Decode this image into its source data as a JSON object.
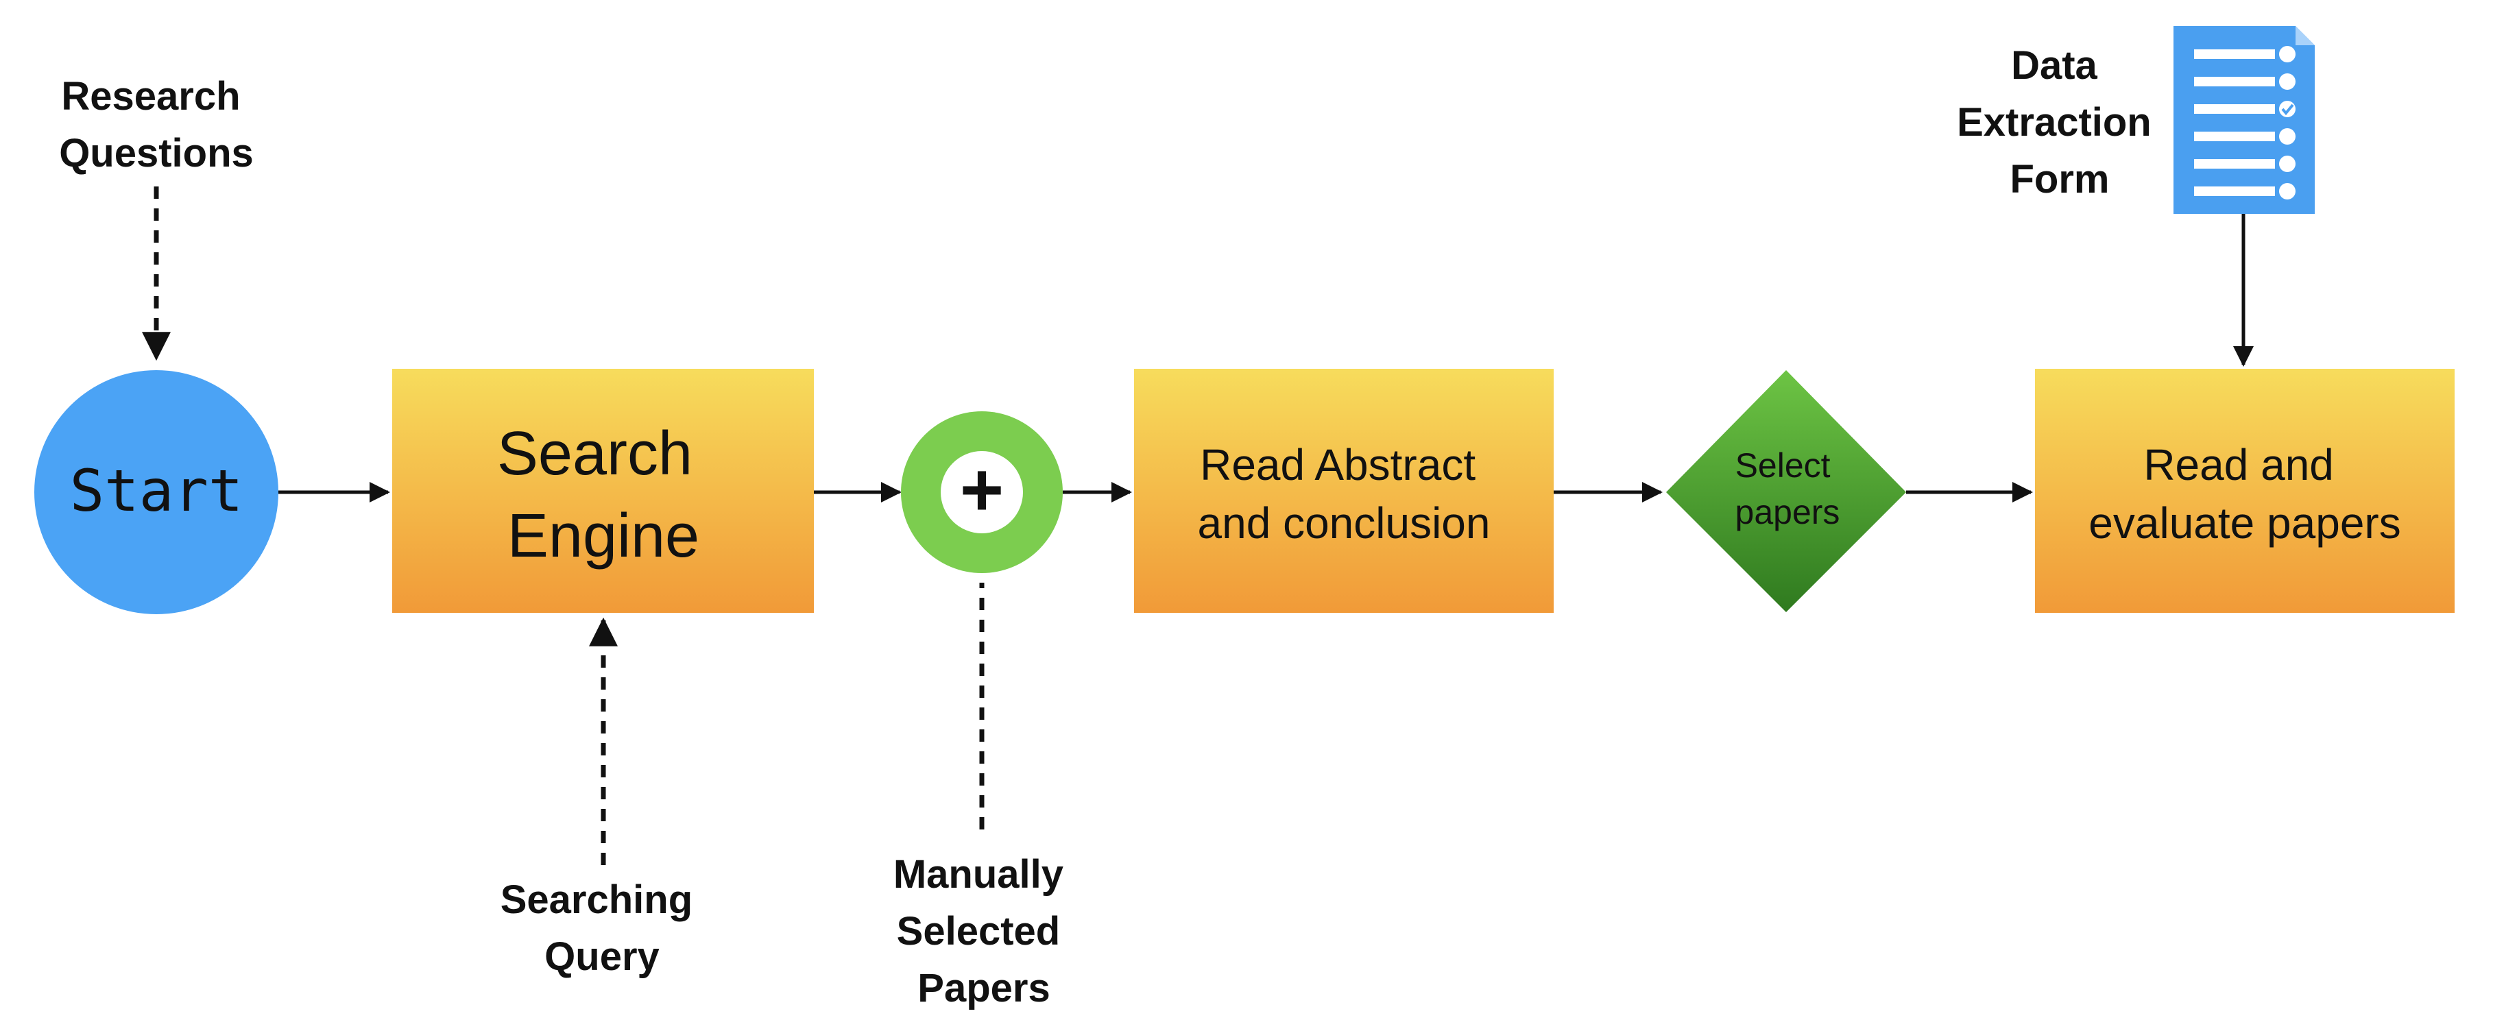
{
  "nodes": {
    "start": {
      "label": "Start"
    },
    "search_engine": {
      "lines": [
        "Search",
        "Engine"
      ]
    },
    "merge": {
      "symbol": "+"
    },
    "read_abstract": {
      "lines": [
        "Read Abstract",
        "and conclusion"
      ]
    },
    "select_papers": {
      "lines": [
        "Select",
        "papers"
      ]
    },
    "read_evaluate": {
      "lines": [
        "Read and",
        "evaluate papers"
      ]
    }
  },
  "inputs": {
    "research_questions": {
      "lines": [
        "Research",
        "Questions"
      ]
    },
    "searching_query": {
      "lines": [
        "Searching",
        "Query"
      ]
    },
    "manually_selected": {
      "lines": [
        "Manually",
        "Selected",
        "Papers"
      ]
    },
    "data_extraction_form": {
      "lines": [
        "Data",
        "Extraction",
        "Form"
      ],
      "icon": "form-document-icon"
    }
  },
  "colors": {
    "start_fill": "#4ba3f5",
    "box_top": "#f7dc5c",
    "box_bottom": "#f19a38",
    "merge_ring": "#7ccd4f",
    "diamond_top": "#6dc444",
    "diamond_bottom": "#2f7a1f",
    "form_blue": "#4a9ff0"
  }
}
